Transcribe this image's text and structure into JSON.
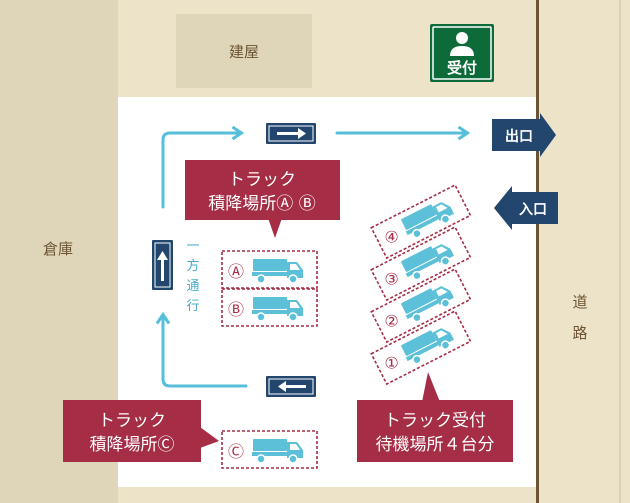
{
  "title": "",
  "areas": {
    "building": "建屋",
    "warehouse": "倉庫",
    "road_chars": [
      "道",
      "路"
    ]
  },
  "reception": {
    "label": "受付",
    "icon": "person-icon"
  },
  "entrance": "入口",
  "exit": "出口",
  "one_way": [
    "一",
    "方",
    "通",
    "行"
  ],
  "callouts": {
    "loading_ab": [
      "トラック",
      "積降場所Ⓐ Ⓑ"
    ],
    "loading_c": [
      "トラック",
      "積降場所Ⓒ"
    ],
    "waiting": [
      "トラック受付",
      "待機場所４台分"
    ]
  },
  "slots": {
    "loading": [
      "Ⓐ",
      "Ⓑ",
      "Ⓒ"
    ],
    "waiting": [
      "①",
      "②",
      "③",
      "④"
    ]
  },
  "colors": {
    "road": "#ede3c9",
    "building": "#dfd5b8",
    "brand_red": "#a52d45",
    "navy": "#22466d",
    "reception_green": "#0d6b3a",
    "truck": "#5cc0d8",
    "flow_arrow": "#55bfd9",
    "text_brown": "#6b5433"
  }
}
